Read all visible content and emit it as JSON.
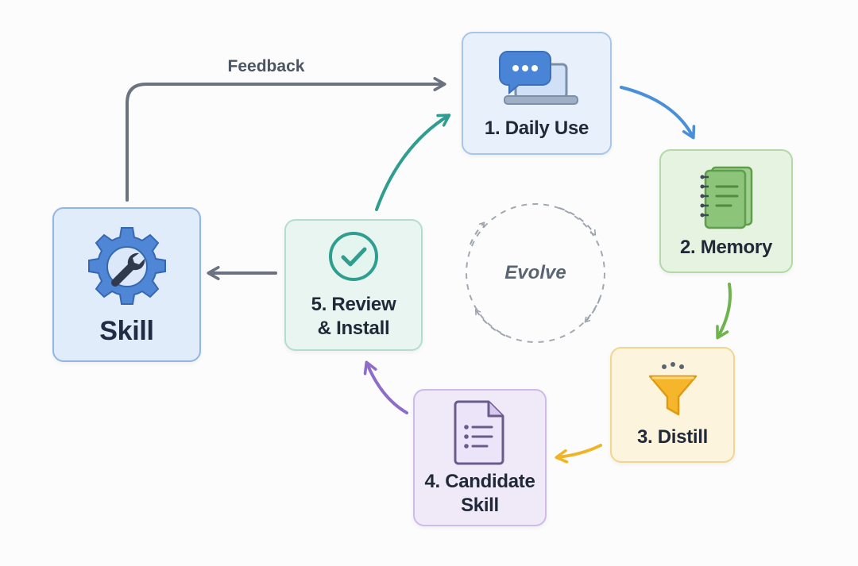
{
  "nodes": {
    "daily_use": {
      "label": "1. Daily Use",
      "icon": "chat-laptop-icon",
      "color": "#4a90d9"
    },
    "memory": {
      "label": "2. Memory",
      "icon": "notebook-icon",
      "color": "#6fb34f"
    },
    "distill": {
      "label": "3. Distill",
      "icon": "funnel-icon",
      "color": "#f0b429"
    },
    "candidate_skill": {
      "label": "4. Candidate Skill",
      "icon": "document-list-icon",
      "color": "#8e6cc9"
    },
    "review_install": {
      "label": "5. Review & Install",
      "icon": "check-circle-icon",
      "color": "#2f9e8f"
    },
    "skill": {
      "label": "Skill",
      "icon": "gear-wrench-icon",
      "color": "#3f7dd1"
    }
  },
  "edges": {
    "feedback": {
      "label": "Feedback"
    }
  },
  "center": {
    "label": "Evolve"
  }
}
